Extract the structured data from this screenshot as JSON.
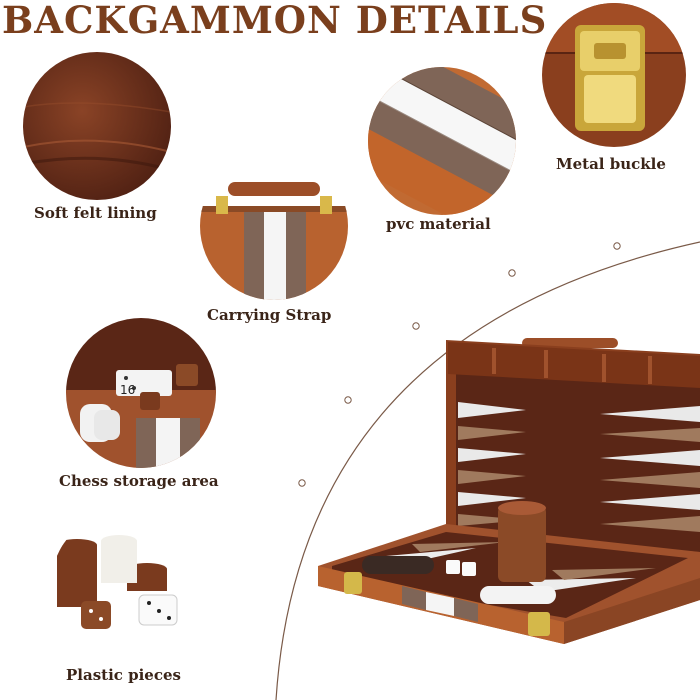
{
  "title": "BACKGAMMON DETAILS",
  "features": {
    "felt": {
      "label": "Soft felt lining",
      "icon": "felt-texture"
    },
    "pvc": {
      "label": "pvc material",
      "icon": "pvc-stripes"
    },
    "buckle": {
      "label": "Metal buckle",
      "icon": "metal-buckle"
    },
    "strap": {
      "label": "Carrying Strap",
      "icon": "carrying-strap"
    },
    "storage": {
      "label": "Chess storage area",
      "icon": "storage-compartment"
    },
    "pieces": {
      "label": "Plastic pieces",
      "icon": "checkers-and-dice"
    }
  },
  "dice_text": "16",
  "colors": {
    "brand": "#7a3f1d",
    "leather": "#a0522d",
    "felt": "#5a2616",
    "gold": "#d4b84a",
    "taupe": "#8a7264",
    "white": "#f5f5f5"
  }
}
